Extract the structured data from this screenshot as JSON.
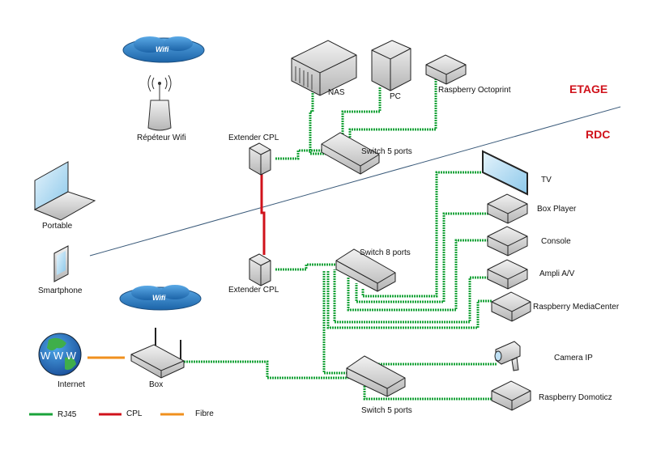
{
  "zones": {
    "upper": "ETAGE",
    "lower": "RDC"
  },
  "devices": {
    "wifi_cloud_top": "Wifi",
    "wifi_cloud_bottom": "Wifi",
    "repeater": "Répéteur Wifi",
    "nas": "NAS",
    "pc": "PC",
    "octoprint": "Raspberry Octoprint",
    "extender_top": "Extender CPL",
    "switch5_top": "Switch 5 ports",
    "laptop": "Portable",
    "smartphone": "Smartphone",
    "extender_bottom": "Extender CPL",
    "switch8": "Switch 8 ports",
    "tv": "TV",
    "box_player": "Box Player",
    "console": "Console",
    "ampli": "Ampli A/V",
    "mediacenter": "Raspberry MediaCenter",
    "camera": "Camera IP",
    "domoticz": "Raspberry Domoticz",
    "internet": "Internet",
    "internet_globe": "W W W",
    "box": "Box",
    "switch5_bottom": "Switch 5 ports"
  },
  "legend": [
    {
      "label": "RJ45",
      "color": "#1aa33a"
    },
    {
      "label": "CPL",
      "color": "#d0121b"
    },
    {
      "label": "Fibre",
      "color": "#f0901e"
    }
  ],
  "colors": {
    "rj45": "#1aa33a",
    "cpl": "#d0121b",
    "fibre": "#f0901e",
    "divider": "#3a5a7a",
    "zone": "#d0121b"
  }
}
